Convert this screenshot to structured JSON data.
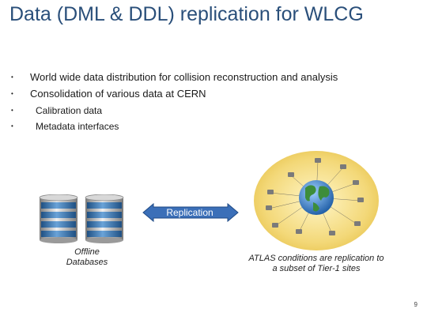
{
  "slide": {
    "title": "Data (DML & DDL) replication for WLCG",
    "bullets": [
      "World wide data distribution for collision reconstruction and analysis",
      "Consolidation of various data at CERN"
    ],
    "sub_bullets": [
      "Calibration data",
      "Metadata interfaces"
    ],
    "replication_label": "Replication",
    "left_caption": "Offline Databases",
    "right_caption": "ATLAS conditions are replication to a subset of Tier-1 sites",
    "page_number": "9",
    "colors": {
      "title": "#2a4f7a",
      "arrow": "#3b6fb8",
      "db_blue": "#2d6aa8"
    },
    "icons": [
      "database-icon",
      "replication-arrow-icon",
      "world-map-icon"
    ]
  }
}
